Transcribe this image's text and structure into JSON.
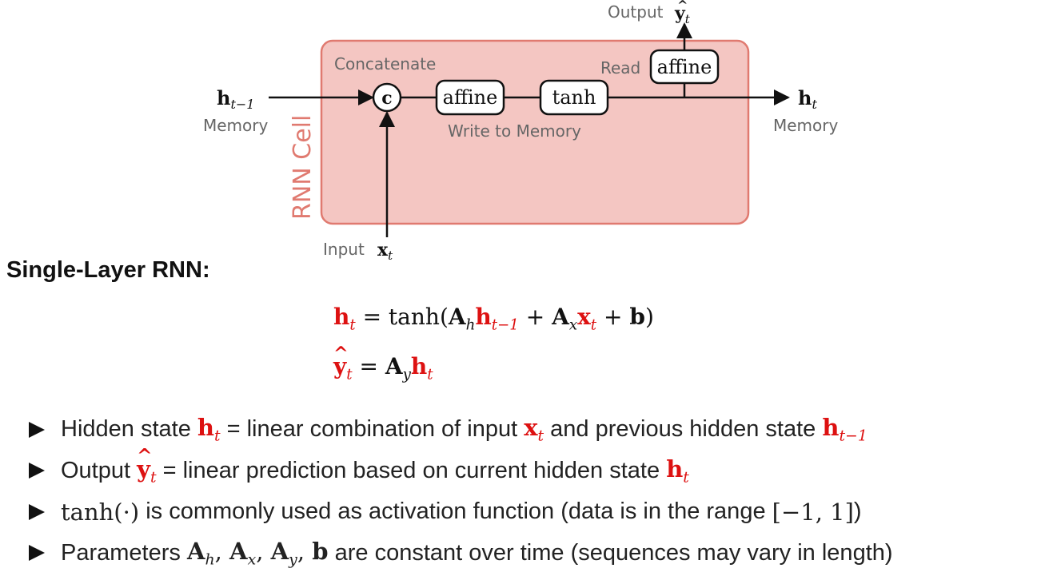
{
  "diagram": {
    "cell_label": "RNN Cell",
    "concatenate_label": "Concatenate",
    "concat_symbol": "c",
    "affine1_label": "affine",
    "tanh_label": "tanh",
    "affine2_label": "affine",
    "write_label": "Write to Memory",
    "read_label": "Read",
    "output_label": "Output",
    "input_label": "Input",
    "memory_left_label": "Memory",
    "memory_right_label": "Memory",
    "colors": {
      "cell_fill": "#f4c6c2",
      "cell_stroke": "#e07a70",
      "cell_text": "#e07a70"
    }
  },
  "heading": "Single-Layer RNN:",
  "bullets": [
    {
      "a": "Hidden state",
      "b": "= linear combination of input",
      "c": "and previous hidden state"
    },
    {
      "a": "Output",
      "b": "= linear prediction based on current hidden state"
    },
    {
      "a": "is commonly used as activation function (data is in the range",
      "b": ")"
    },
    {
      "a": "Parameters",
      "b": "are constant over time (sequences may vary in length)"
    }
  ]
}
